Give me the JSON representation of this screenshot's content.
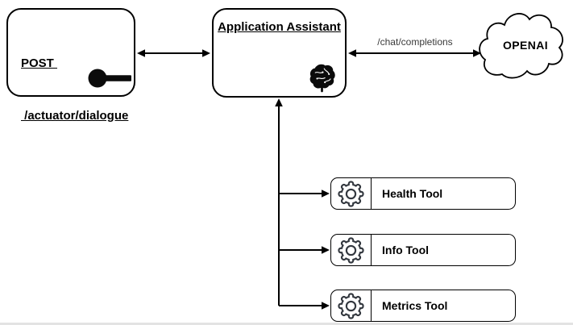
{
  "diagram": {
    "client": {
      "method": "POST ",
      "path": " /actuator/dialogue",
      "icon": "key-icon"
    },
    "assistant": {
      "title": "Application Assistant",
      "icon": "brain-icon"
    },
    "openai": {
      "label": "OPENAI",
      "shape": "cloud"
    },
    "edges": {
      "chat_completions_label": "/chat/completions"
    },
    "tools": [
      {
        "label": "Health Tool",
        "icon": "gear-icon"
      },
      {
        "label": "Info Tool",
        "icon": "gear-icon"
      },
      {
        "label": "Metrics Tool",
        "icon": "gear-icon"
      }
    ],
    "colors": {
      "stroke": "#000000",
      "gear": "#33383f",
      "edge_label": "#3a3a3a",
      "background": "#ffffff"
    }
  }
}
